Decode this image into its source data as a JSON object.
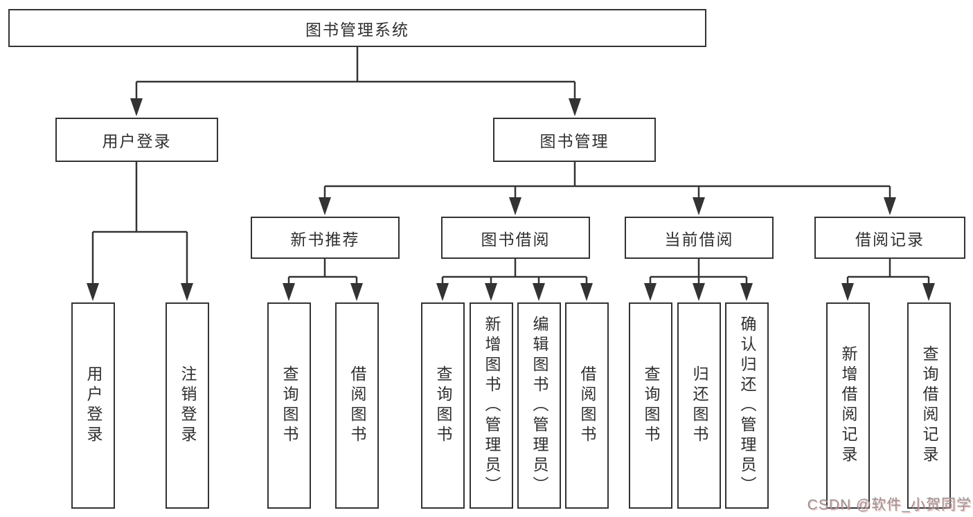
{
  "tree": {
    "root": {
      "label": "图书管理系统"
    },
    "branches": [
      {
        "label": "用户登录",
        "children": [
          {
            "label": "用户登录"
          },
          {
            "label": "注销登录"
          }
        ]
      },
      {
        "label": "图书管理",
        "children": [
          {
            "label": "新书推荐",
            "children": [
              {
                "label": "查询图书"
              },
              {
                "label": "借阅图书"
              }
            ]
          },
          {
            "label": "图书借阅",
            "children": [
              {
                "label": "查询图书"
              },
              {
                "label": "新增图书（管理员）"
              },
              {
                "label": "编辑图书（管理员）"
              },
              {
                "label": "借阅图书"
              }
            ]
          },
          {
            "label": "当前借阅",
            "children": [
              {
                "label": "查询图书"
              },
              {
                "label": "归还图书"
              },
              {
                "label": "确认归还（管理员）"
              }
            ]
          },
          {
            "label": "借阅记录",
            "children": [
              {
                "label": "新增借阅记录"
              },
              {
                "label": "查询借阅记录"
              }
            ]
          }
        ]
      }
    ]
  },
  "watermark": {
    "text": "CSDN @软件_小贺同学"
  },
  "colors": {
    "line": "#333333",
    "node_border": "#333333",
    "text": "#2f2f2f",
    "background": "#ffffff",
    "watermark": "#949494",
    "watermark_accent": "#f09696"
  }
}
